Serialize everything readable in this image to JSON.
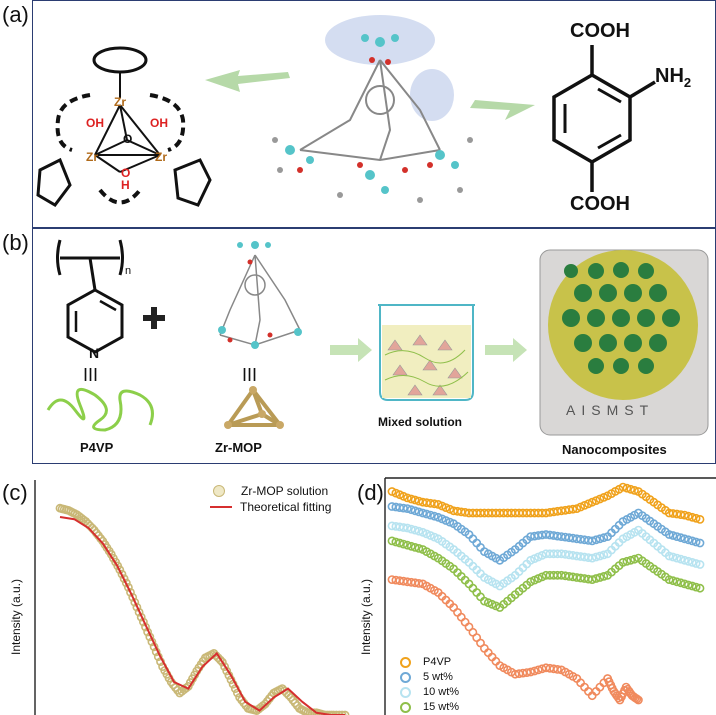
{
  "panels": {
    "a": {
      "label": "(a)",
      "zr_label": "Zr",
      "oh_label": "OH",
      "o_label": "O",
      "h_label": "H",
      "cooh_label": "COOH",
      "nh2_label": "NH",
      "nh2_sub": "2"
    },
    "b": {
      "label": "(b)",
      "poly_sub": "n",
      "plus": "+",
      "equiv": "III",
      "p4vp_label": "P4VP",
      "zrmop_label": "Zr-MOP",
      "mixed_label": "Mixed solution",
      "nano_label": "Nanocomposites",
      "sample_text": "AISMST",
      "n_atom": "N"
    },
    "c": {
      "label": "(c)",
      "ylabel": "Intensity (a.u.)"
    },
    "d": {
      "label": "(d)",
      "ylabel": "Intensity (a.u.)"
    }
  },
  "chart_data": [
    {
      "type": "scatter",
      "panel": "c",
      "ylabel": "Intensity (a.u.)",
      "legend": "top-right",
      "series": [
        {
          "name": "Zr-MOP solution",
          "style": "open-circles",
          "color": "#c9b877",
          "x": [
            0.0,
            0.03,
            0.06,
            0.09,
            0.12,
            0.15,
            0.18,
            0.21,
            0.24,
            0.27,
            0.3,
            0.33,
            0.36,
            0.39,
            0.42,
            0.45,
            0.48,
            0.51,
            0.54,
            0.57,
            0.6,
            0.63,
            0.66,
            0.69,
            0.72,
            0.75,
            0.78,
            0.81,
            0.84,
            0.87,
            0.9,
            0.93,
            0.96,
            1.0
          ],
          "y": [
            0.94,
            0.93,
            0.91,
            0.88,
            0.84,
            0.79,
            0.73,
            0.66,
            0.58,
            0.49,
            0.4,
            0.31,
            0.22,
            0.15,
            0.1,
            0.13,
            0.2,
            0.26,
            0.28,
            0.24,
            0.16,
            0.08,
            0.03,
            0.02,
            0.05,
            0.1,
            0.12,
            0.08,
            0.03,
            0.01,
            0.01,
            0.0,
            0.0,
            0.0
          ]
        },
        {
          "name": "Theoretical fitting",
          "style": "line",
          "color": "#d62f2f",
          "x": [
            0.0,
            0.05,
            0.1,
            0.15,
            0.2,
            0.25,
            0.3,
            0.35,
            0.4,
            0.45,
            0.5,
            0.55,
            0.6,
            0.65,
            0.7,
            0.75,
            0.8,
            0.85,
            0.9,
            0.95,
            1.0
          ],
          "y": [
            0.9,
            0.89,
            0.85,
            0.78,
            0.68,
            0.55,
            0.41,
            0.27,
            0.15,
            0.12,
            0.22,
            0.28,
            0.18,
            0.06,
            0.02,
            0.08,
            0.12,
            0.06,
            0.01,
            0.0,
            0.0
          ]
        }
      ]
    },
    {
      "type": "scatter",
      "panel": "d",
      "ylabel": "Intensity (a.u.)",
      "legend": "bottom-left",
      "series": [
        {
          "name": "P4VP",
          "color": "#f0a21c",
          "x": [
            0.0,
            0.05,
            0.1,
            0.15,
            0.2,
            0.25,
            0.3,
            0.35,
            0.4,
            0.45,
            0.5,
            0.55,
            0.6,
            0.65,
            0.7,
            0.75,
            0.8,
            0.85,
            0.9,
            0.95,
            1.0
          ],
          "y": [
            0.97,
            0.94,
            0.92,
            0.91,
            0.88,
            0.87,
            0.87,
            0.87,
            0.87,
            0.87,
            0.87,
            0.88,
            0.89,
            0.92,
            0.95,
            0.99,
            0.97,
            0.92,
            0.87,
            0.86,
            0.84
          ]
        },
        {
          "name": "5 wt%",
          "color": "#6fa9d6",
          "x": [
            0.0,
            0.05,
            0.1,
            0.15,
            0.2,
            0.25,
            0.3,
            0.35,
            0.4,
            0.45,
            0.5,
            0.55,
            0.6,
            0.65,
            0.7,
            0.75,
            0.8,
            0.85,
            0.9,
            0.95,
            1.0
          ],
          "y": [
            0.9,
            0.89,
            0.87,
            0.85,
            0.82,
            0.77,
            0.69,
            0.65,
            0.7,
            0.76,
            0.77,
            0.76,
            0.75,
            0.74,
            0.76,
            0.83,
            0.87,
            0.82,
            0.77,
            0.75,
            0.73
          ]
        },
        {
          "name": "10 wt%",
          "color": "#b7e3f0",
          "x": [
            0.0,
            0.05,
            0.1,
            0.15,
            0.2,
            0.25,
            0.3,
            0.35,
            0.4,
            0.45,
            0.5,
            0.55,
            0.6,
            0.65,
            0.7,
            0.75,
            0.8,
            0.85,
            0.9,
            0.95,
            1.0
          ],
          "y": [
            0.81,
            0.8,
            0.78,
            0.75,
            0.7,
            0.64,
            0.57,
            0.53,
            0.58,
            0.65,
            0.68,
            0.68,
            0.67,
            0.66,
            0.68,
            0.75,
            0.79,
            0.73,
            0.67,
            0.65,
            0.63
          ]
        },
        {
          "name": "15 wt%",
          "color": "#8fbf4a",
          "x": [
            0.0,
            0.05,
            0.1,
            0.15,
            0.2,
            0.25,
            0.3,
            0.35,
            0.4,
            0.45,
            0.5,
            0.55,
            0.6,
            0.65,
            0.7,
            0.75,
            0.8,
            0.85,
            0.9,
            0.95,
            1.0
          ],
          "y": [
            0.74,
            0.72,
            0.7,
            0.66,
            0.61,
            0.54,
            0.46,
            0.43,
            0.49,
            0.55,
            0.58,
            0.58,
            0.57,
            0.56,
            0.58,
            0.64,
            0.66,
            0.61,
            0.56,
            0.54,
            0.52
          ]
        },
        {
          "name": "",
          "color": "#f08a5d",
          "x": [
            0.0,
            0.05,
            0.1,
            0.15,
            0.2,
            0.25,
            0.3,
            0.35,
            0.4,
            0.45,
            0.5,
            0.55,
            0.6,
            0.65,
            0.7,
            0.72,
            0.74,
            0.76,
            0.78,
            0.8
          ],
          "y": [
            0.56,
            0.55,
            0.54,
            0.5,
            0.43,
            0.34,
            0.24,
            0.16,
            0.12,
            0.13,
            0.15,
            0.14,
            0.1,
            0.02,
            0.1,
            0.04,
            0.0,
            0.06,
            0.02,
            0.0
          ]
        }
      ]
    }
  ],
  "legend_c": [
    "Zr-MOP solution",
    "Theoretical fitting"
  ],
  "legend_d": [
    "P4VP",
    "5 wt%",
    "10 wt%",
    "15 wt%"
  ]
}
